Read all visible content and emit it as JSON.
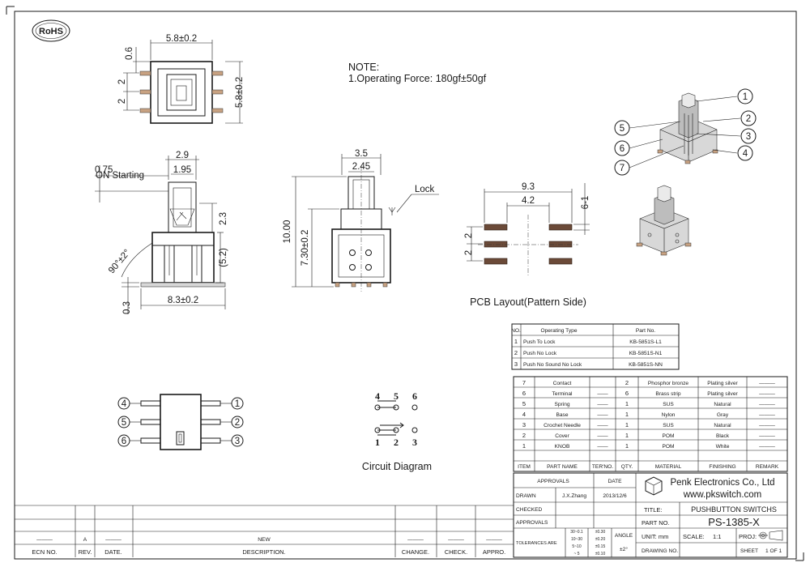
{
  "logo": {
    "text": "RoHS"
  },
  "note": {
    "title": "NOTE:",
    "line1": "1.Operating Force: 180gf±50gf"
  },
  "top_view": {
    "width_dim": "5.8±0.2",
    "height_dim": "5.8±0.2",
    "top_offset": "0.6",
    "pitch_a": "2",
    "pitch_b": "2"
  },
  "side_view": {
    "on_offset": "0.75",
    "on_label": "ON Starting",
    "w1": "2.9",
    "w2": "1.95",
    "h_up": "2.3",
    "h_body": "(5.2)",
    "angle": "90°±2°",
    "base": "8.3±0.2",
    "thick": "0.3"
  },
  "front_view": {
    "w1": "3.5",
    "w2": "2.45",
    "lock": "Lock",
    "h_total": "10.00",
    "h_body": "7.30±0.2"
  },
  "pcb": {
    "w_outer": "9.3",
    "w_inner": "4.2",
    "pad_h": "6-1",
    "pitch_a": "2",
    "pitch_b": "2",
    "caption": "PCB Layout(Pattern Side)"
  },
  "callouts": [
    "1",
    "2",
    "3",
    "4",
    "5",
    "6",
    "7"
  ],
  "pin_labels": [
    "4",
    "5",
    "6",
    "1",
    "2",
    "3"
  ],
  "circuit": {
    "top": [
      "4",
      "5",
      "6"
    ],
    "bottom": [
      "1",
      "2",
      "3"
    ],
    "caption": "Circuit Diagram"
  },
  "op_table": {
    "headers": [
      "NO.",
      "Operating Type",
      "Part No."
    ],
    "rows": [
      [
        "1",
        "Push To Lock",
        "KB-5851S-L1"
      ],
      [
        "2",
        "Push No Lock",
        "KB-5851S-N1"
      ],
      [
        "3",
        "Push No Sound No Lock",
        "KB-5851S-NN"
      ]
    ]
  },
  "bom": {
    "rows": [
      [
        "7",
        "Contact",
        "",
        "2",
        "Phosphor bronze",
        "Plating silver",
        "———"
      ],
      [
        "6",
        "Terminal",
        "——",
        "6",
        "Brass strip",
        "Plating silver",
        "———"
      ],
      [
        "5",
        "Spring",
        "——",
        "1",
        "SUS",
        "Natural",
        "———"
      ],
      [
        "4",
        "Base",
        "——",
        "1",
        "Nylon",
        "Gray",
        "———"
      ],
      [
        "3",
        "Crochet Needle",
        "——",
        "1",
        "SUS",
        "Natural",
        "———"
      ],
      [
        "2",
        "Cover",
        "——",
        "1",
        "POM",
        "Black",
        "———"
      ],
      [
        "1",
        "KNOB",
        "——",
        "1",
        "POM",
        "White",
        "———"
      ]
    ],
    "headers": [
      "ITEM",
      "PART NAME",
      "TER'NO.",
      "QTY.",
      "MATERIAL",
      "FINISHING",
      "REMARK"
    ]
  },
  "title_block": {
    "approvals": "APPROVALS",
    "date": "DATE",
    "drawn": "DRAWN",
    "drawn_by": "J.X.Zhang",
    "drawn_date": "2013/12/6",
    "checked": "CHECKED",
    "approvals2": "APPROVALS",
    "tolerances": "TOLERANCES ARE",
    "tol_rows": [
      [
        "30~0.1",
        "±0.30"
      ],
      [
        "10~30",
        "±0.20"
      ],
      [
        "5~10",
        "±0.15"
      ],
      [
        "~ 5",
        "±0.10"
      ]
    ],
    "angle": "ANGLE",
    "angle_val": "±2°",
    "company": "Penk Electronics Co., Ltd",
    "website": "www.pkswitch.com",
    "title_label": "TITLE:",
    "title_value": "PUSHBUTTON SWITCHS",
    "part_label": "PART NO.",
    "part_value": "PS-1385-X",
    "unit": "UNIT: mm",
    "scale": "SCALE:",
    "scale_value": "1:1",
    "proj": "PROJ:",
    "drawing_no": "DRAWING NO.",
    "sheet": "SHEET",
    "sheet_value": "1 OF 1"
  },
  "revision": {
    "ecn_label": "ECN NO.",
    "rev_label": "REV.",
    "date_label": "DATE.",
    "desc_label": "DESCRIPTION.",
    "change_label": "CHANGE.",
    "check_label": "CHECK.",
    "appro_label": "APPRO.",
    "row_ecn": "———",
    "row_rev": "A",
    "row_date": "———",
    "row_desc": "NEW",
    "row_change": "———",
    "row_check": "———",
    "row_appro": "———"
  }
}
